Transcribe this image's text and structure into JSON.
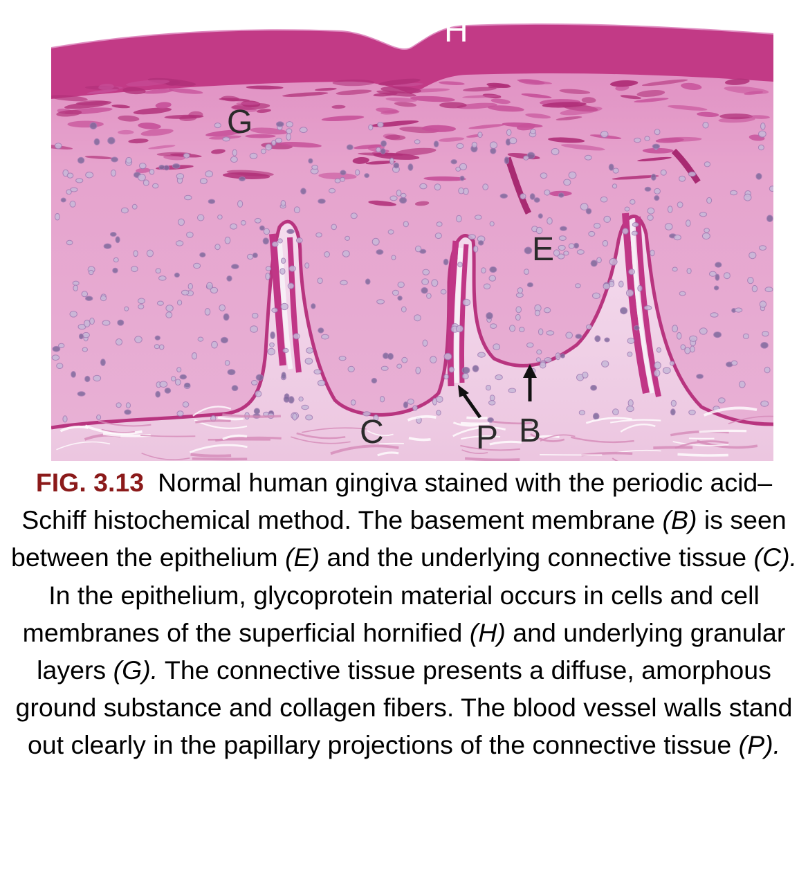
{
  "figure": {
    "labels": {
      "h": "H",
      "g": "G",
      "e": "E",
      "c": "C",
      "p": "P",
      "b": "B"
    },
    "colors": {
      "hornified": "#c23a86",
      "epithelium": "#e9a9d0",
      "connective": "#f3dcec",
      "vessel": "#c03686",
      "nuclei": "#8e78a8"
    }
  },
  "caption": {
    "fig_number": "FIG. 3.13",
    "t1": "Normal human gingiva stained with the periodic acid–Schiff histochemical method. The basement membrane ",
    "b": "(B)",
    "t2": " is seen between the epithelium ",
    "e": "(E)",
    "t3": " and the underlying connective tissue ",
    "c": "(C).",
    "t4": " In the epithelium, glycoprotein material occurs in cells and cell membranes of the superficial hornified ",
    "h": "(H)",
    "t5": " and underlying granular layers ",
    "g": "(G).",
    "t6": " The connective tissue presents a diffuse, amorphous ground substance and collagen fibers. The blood vessel walls stand out clearly in the papillary projections of the connective tissue ",
    "p": "(P)."
  }
}
